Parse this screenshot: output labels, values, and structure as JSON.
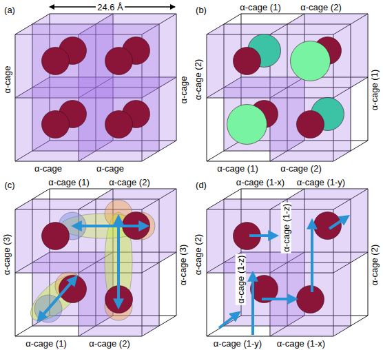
{
  "diagram": {
    "labels": [
      "(a)",
      "24.6 Å",
      "α-cage",
      "α-cage",
      "α-cage",
      "α-cage",
      "(b)",
      "α-cage (1)",
      "α-cage (2)",
      "α-cage (2)",
      "α-cage (1)",
      "α-cage (1)",
      "α-cage (2)",
      "(c)",
      "α-cage (1)",
      "α-cage (2)",
      "α-cage (3)",
      "α-cage (3)",
      "α-cage (1)",
      "α-cage (2)",
      "(d)",
      "α-cage (1-x)",
      "α-cage (1-y)",
      "α-cage (2)",
      "α-cage (2)",
      "α-cage (1-y)",
      "α-cage (1-x)",
      "α-cage (1-z)",
      "α-cage (1-z)"
    ]
  }
}
